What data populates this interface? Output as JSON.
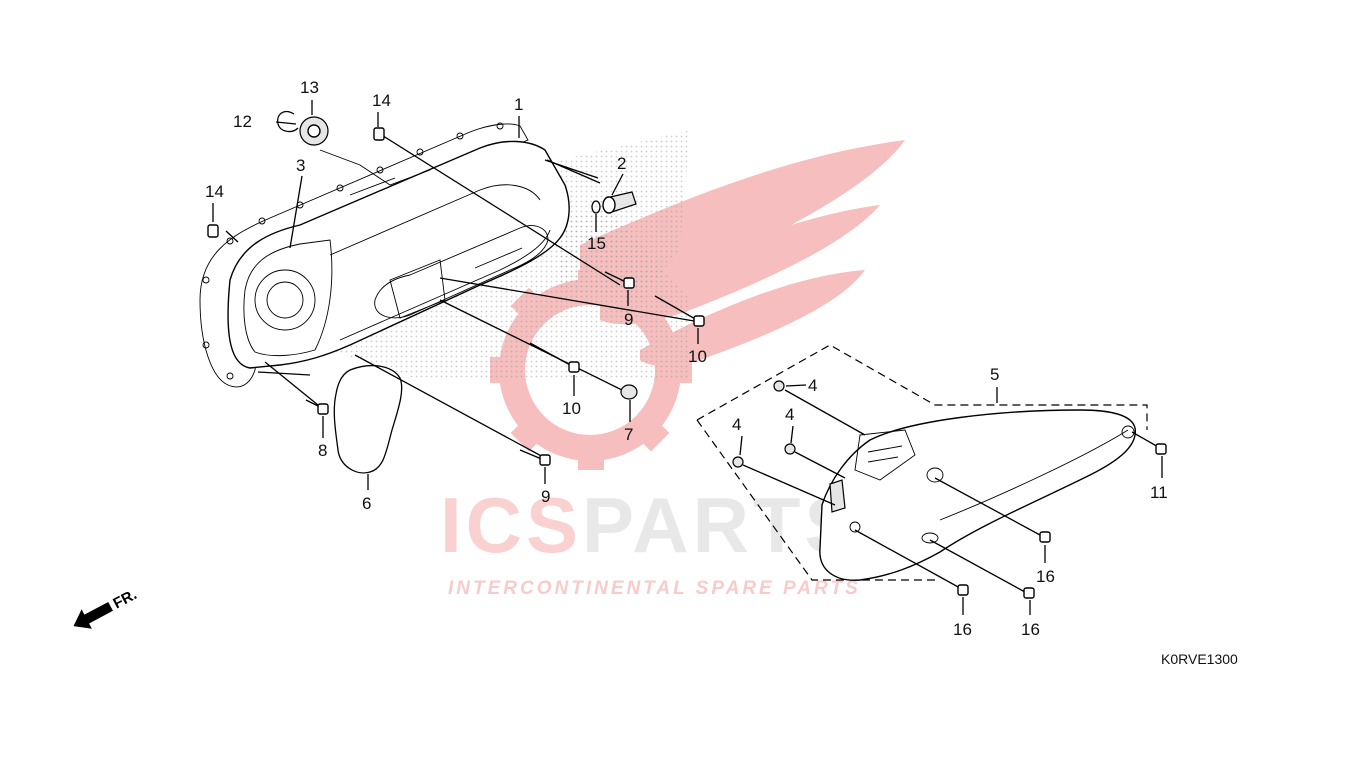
{
  "diagram": {
    "drawing_code": "K0RVE1300",
    "direction_marker": "FR.",
    "parts": [
      {
        "id": "p1",
        "label": "1"
      },
      {
        "id": "p2",
        "label": "2"
      },
      {
        "id": "p3",
        "label": "3"
      },
      {
        "id": "p4a",
        "label": "4"
      },
      {
        "id": "p4b",
        "label": "4"
      },
      {
        "id": "p4c",
        "label": "4"
      },
      {
        "id": "p5",
        "label": "5"
      },
      {
        "id": "p6",
        "label": "6"
      },
      {
        "id": "p7",
        "label": "7"
      },
      {
        "id": "p8",
        "label": "8"
      },
      {
        "id": "p9a",
        "label": "9"
      },
      {
        "id": "p9b",
        "label": "9"
      },
      {
        "id": "p10a",
        "label": "10"
      },
      {
        "id": "p10b",
        "label": "10"
      },
      {
        "id": "p11",
        "label": "11"
      },
      {
        "id": "p12",
        "label": "12"
      },
      {
        "id": "p13",
        "label": "13"
      },
      {
        "id": "p14a",
        "label": "14"
      },
      {
        "id": "p14b",
        "label": "14"
      },
      {
        "id": "p15",
        "label": "15"
      },
      {
        "id": "p16a",
        "label": "16"
      },
      {
        "id": "p16b",
        "label": "16"
      },
      {
        "id": "p16c",
        "label": "16"
      }
    ]
  },
  "watermark": {
    "brand_part1": "ICS",
    "brand_part2": "PARTS",
    "tagline": "INTERCONTINENTAL SPARE PARTS",
    "colors": {
      "red": "#e23a3a",
      "grey": "#9a9a9a"
    }
  }
}
